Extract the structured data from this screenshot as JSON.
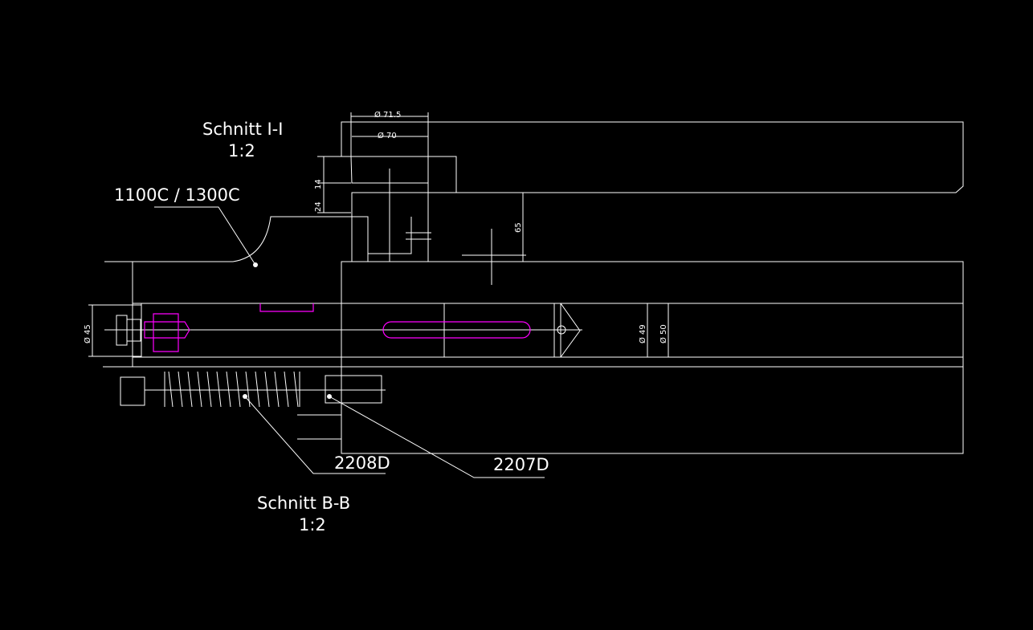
{
  "labels": {
    "section_i_title": "Schnitt I-I",
    "section_i_scale": "1:2",
    "part_ref_1": "1100C / 1300C",
    "part_ref_2": "2208D",
    "part_ref_3": "2207D",
    "section_b_title": "Schnitt B-B",
    "section_b_scale": "1:2"
  },
  "dimensions": {
    "d715": "Ø 71.5",
    "d70": "Ø 70",
    "h14": "14",
    "h24": "24",
    "h65": "65",
    "d45": "Ø 45",
    "d49": "Ø 49",
    "d50": "Ø 50"
  },
  "colors": {
    "background": "#000000",
    "lines": "#ffffff",
    "hidden": "#ff00ff"
  }
}
